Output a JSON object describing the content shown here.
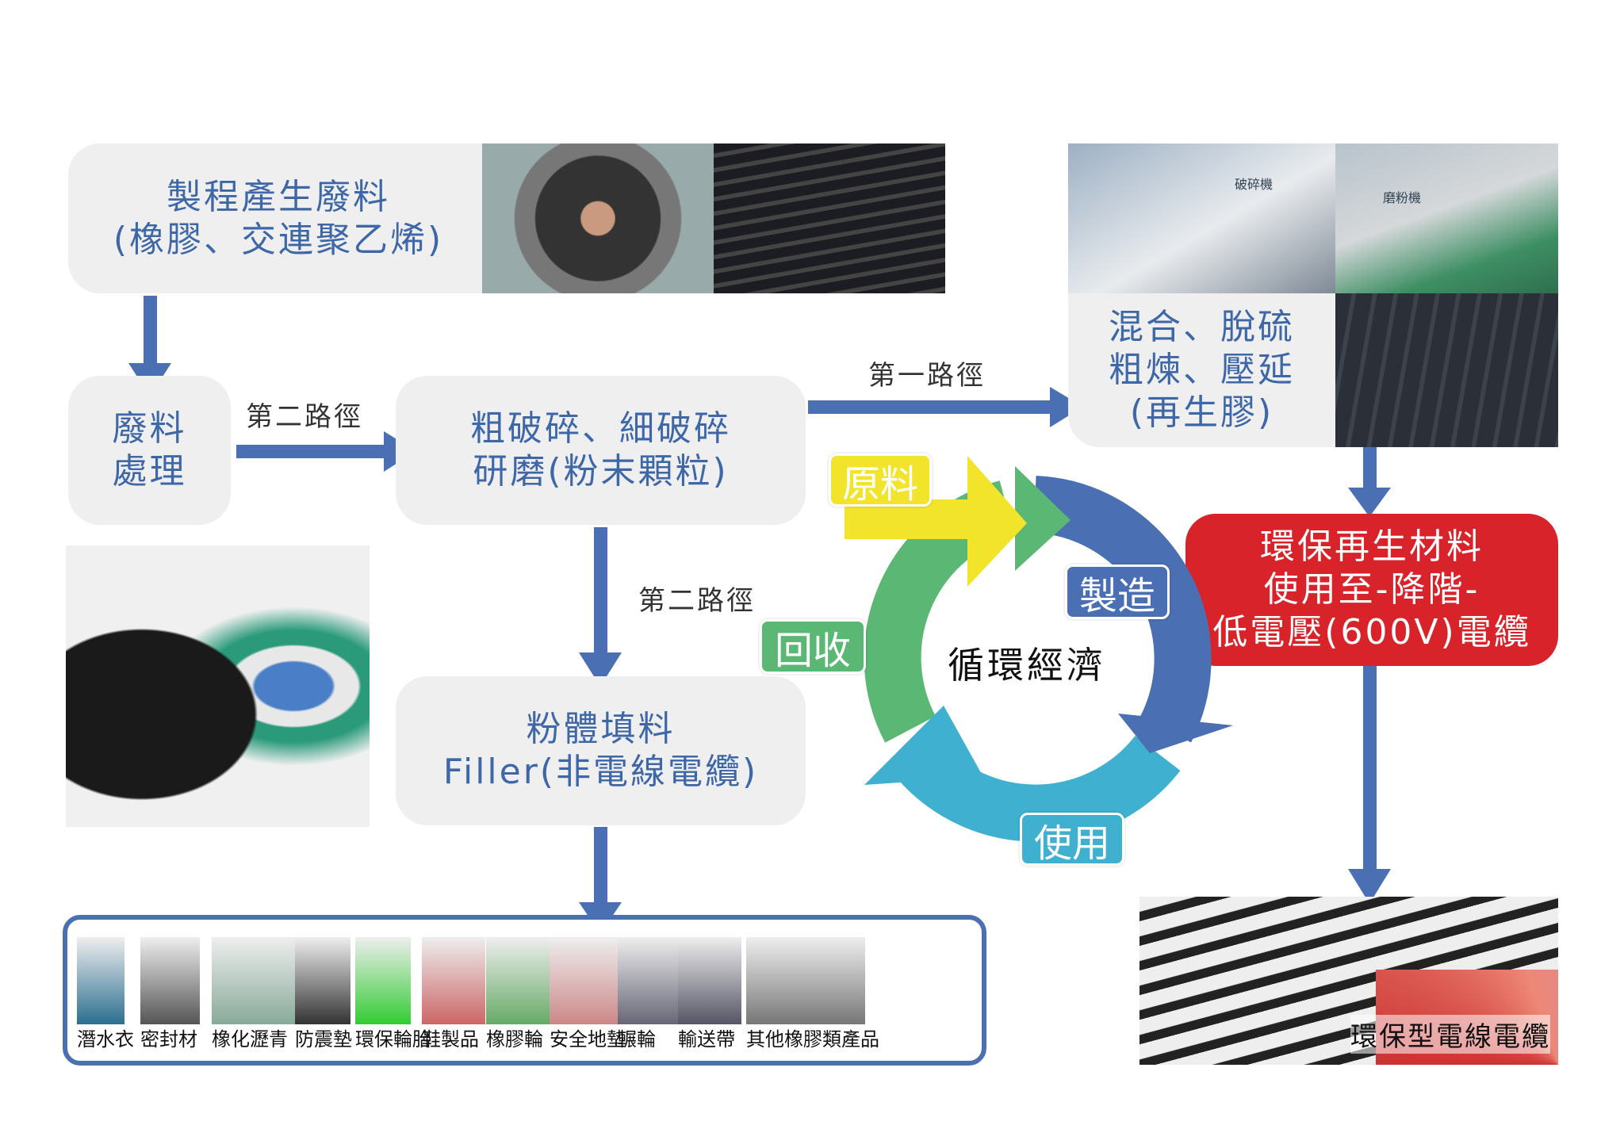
{
  "source_box": {
    "line1": "製程產生廢料",
    "line2": "(橡膠、交連聚乙烯)"
  },
  "waste_box": {
    "line1": "廢料",
    "line2": "處理"
  },
  "crush_box": {
    "line1": "粗破碎、細破碎",
    "line2": "研磨(粉末顆粒)"
  },
  "filler_box": {
    "line1": "粉體填料",
    "line2": "Filler(非電線電纜)"
  },
  "regen_box": {
    "line1": "混合、脫硫",
    "line2": "粗煉、壓延",
    "line3": "(再生膠)"
  },
  "machine_labels": {
    "crusher": "破碎機",
    "grinder": "磨粉機"
  },
  "eco_box": {
    "line1": "環保再生材料",
    "line2": "使用至-降階-",
    "line3": "低電壓(600V)電纜"
  },
  "routes": {
    "second_a": "第二路徑",
    "second_b": "第二路徑",
    "first": "第一路徑"
  },
  "cycle": {
    "center": "循環經濟",
    "raw": "原料",
    "make": "製造",
    "use": "使用",
    "recycle": "回收"
  },
  "cable_caption": "環保型電線電纜",
  "products": [
    "潛水衣",
    "密封材",
    "橡化瀝青",
    "防震墊",
    "環保輪胎",
    "鞋製品",
    "橡膠輪",
    "安全地墊",
    "輾輪",
    "輸送帶",
    "其他橡膠類產品"
  ],
  "colors": {
    "arrow": "#4a6fb3",
    "red": "#d9232a",
    "green": "#5bb774",
    "blue": "#4a6fb3",
    "cyan": "#3fb0d0",
    "yellow": "#f2e42a"
  }
}
